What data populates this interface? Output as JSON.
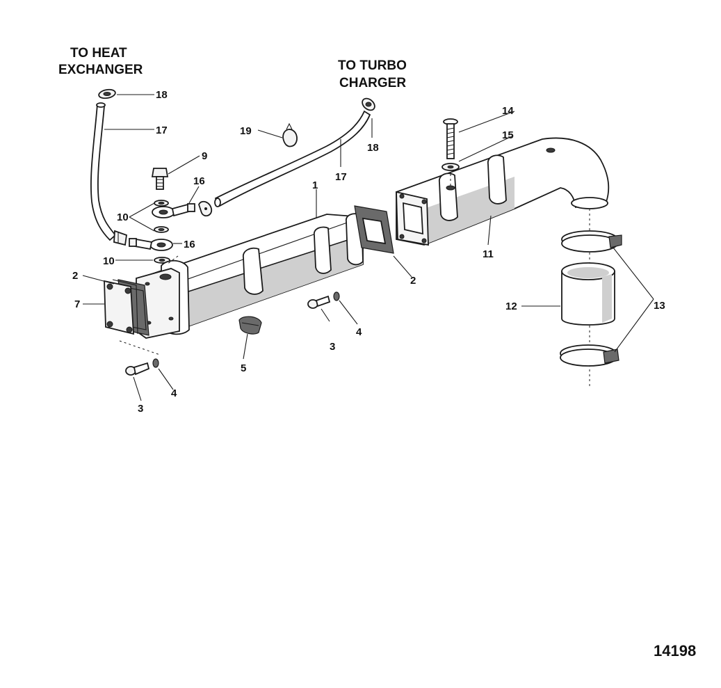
{
  "labels": {
    "to_heat_line1": "TO HEAT",
    "to_heat_line2": "EXCHANGER",
    "to_turbo_line1": "TO TURBO",
    "to_turbo_line2": "CHARGER",
    "figure_number": "14198"
  },
  "callouts": {
    "c1": "1",
    "c2a": "2",
    "c2b": "2",
    "c3a": "3",
    "c3b": "3",
    "c4a": "4",
    "c4b": "4",
    "c5": "5",
    "c7": "7",
    "c9": "9",
    "c10a": "10",
    "c10b": "10",
    "c11": "11",
    "c12": "12",
    "c13": "13",
    "c14": "14",
    "c15": "15",
    "c16a": "16",
    "c16b": "16",
    "c17a": "17",
    "c17b": "17",
    "c18a": "18",
    "c18b": "18",
    "c19": "19"
  }
}
